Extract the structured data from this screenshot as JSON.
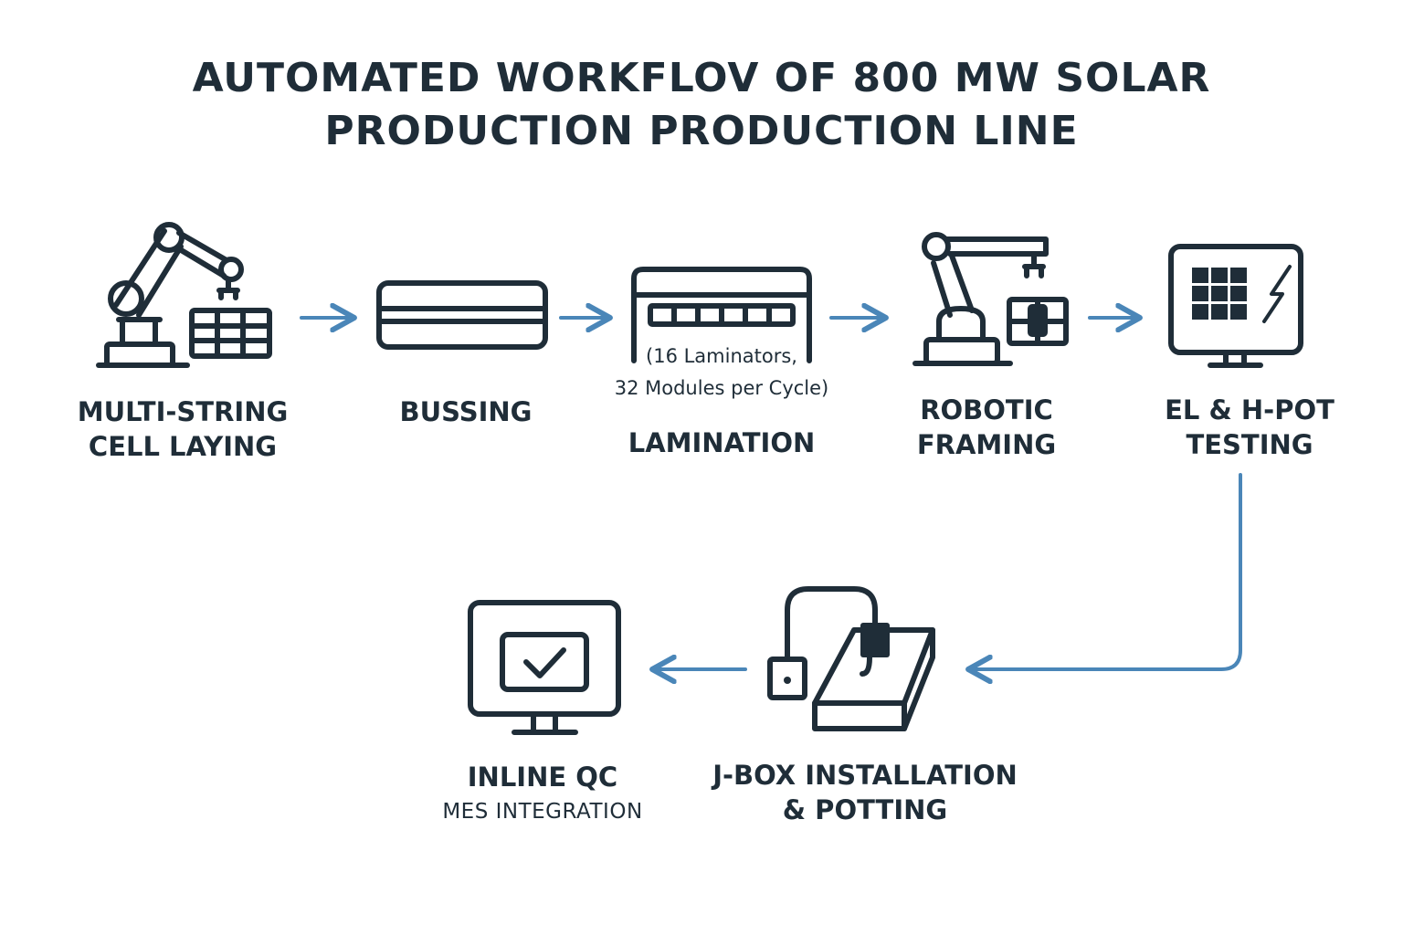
{
  "title": {
    "line1": "AUTOMATED WORKFLOV  OF 800 MW SOLAR",
    "line2": "PRODUCTION PRODUCTION LINE"
  },
  "steps": [
    {
      "id": "cell-laying",
      "label_line1": "MULTI-STRING",
      "label_line2": "CELL LAYING",
      "icon": "robot-arm-icon"
    },
    {
      "id": "bussing",
      "label_line1": "BUSSING",
      "icon": "bussing-panel-icon"
    },
    {
      "id": "lamination",
      "note_line1": "(16 Laminators,",
      "note_line2": "32 Modules per Cycle)",
      "label_line1": "LAMINATION",
      "icon": "laminator-icon"
    },
    {
      "id": "framing",
      "label_line1": "ROBOTIC",
      "label_line2": "FRAMING",
      "icon": "robot-gripper-icon"
    },
    {
      "id": "testing",
      "label_line1": "EL & H-POT",
      "label_line2": "TESTING",
      "icon": "monitor-solar-icon"
    },
    {
      "id": "jbox",
      "label_line1": "J-BOX INSTALLATION",
      "label_line2": "& POTTING",
      "icon": "junction-box-icon"
    },
    {
      "id": "qc",
      "label_line1": "INLINE QC",
      "sub_line": "MES INTEGRATION",
      "icon": "monitor-check-icon"
    }
  ],
  "colors": {
    "stroke": "#1f2d38",
    "arrow": "#4a86b8",
    "background": "#ffffff"
  }
}
